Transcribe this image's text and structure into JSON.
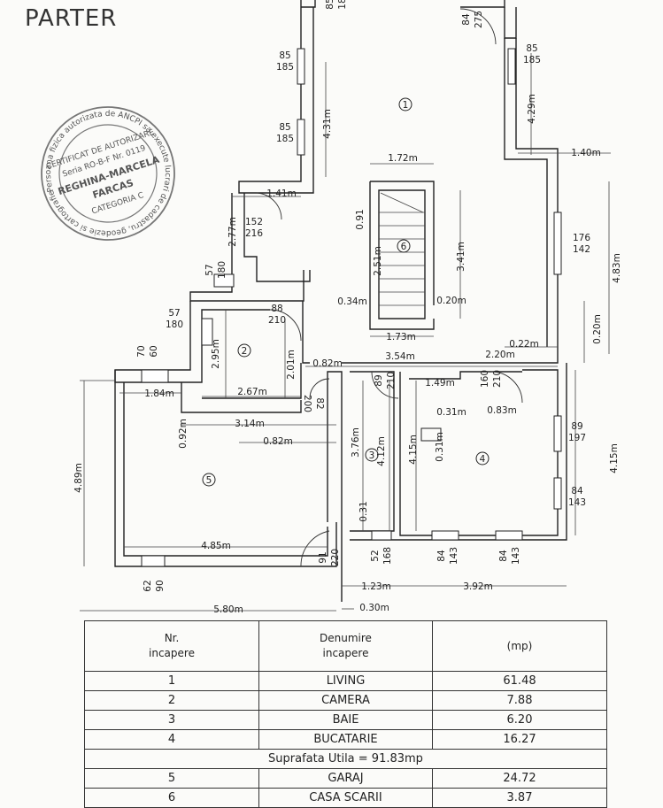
{
  "title": "PARTER",
  "rooms": [
    {
      "id": "r1",
      "label": "1"
    },
    {
      "id": "r2",
      "label": "2"
    },
    {
      "id": "r3",
      "label": "3"
    },
    {
      "id": "r4",
      "label": "4"
    },
    {
      "id": "r5",
      "label": "5"
    },
    {
      "id": "r6",
      "label": "6"
    }
  ],
  "dimensions": [
    "4.31m",
    "4.29m",
    "1.72m",
    "1.40m",
    "1.41m",
    "2.77m",
    "0.91",
    "3.41m",
    "4.83m",
    "2.51m",
    "0.34m",
    "0.20m",
    "1.73m",
    "0.22m",
    "0.20m",
    "2.95m",
    "2.01m",
    "0.82m",
    "3.54m",
    "2.20m",
    "1.84m",
    "2.67m",
    "3.14m",
    "1.49m",
    "0.83m",
    "0.31m",
    "0.92m",
    "0.82m",
    "3.76m",
    "4.12m",
    "4.15m",
    "0.31m",
    "4.15m",
    "4.89m",
    "4.85m",
    "0.31",
    "1.23m",
    "3.92m",
    "5.80m",
    "0.30m"
  ],
  "openings": [
    {
      "w": "85",
      "h": "18"
    },
    {
      "w": "84",
      "h": "275"
    },
    {
      "w": "85",
      "h": "185"
    },
    {
      "w": "85",
      "h": "185"
    },
    {
      "w": "85",
      "h": "185"
    },
    {
      "w": "152",
      "h": "216"
    },
    {
      "w": "176",
      "h": "142"
    },
    {
      "w": "57",
      "h": "180"
    },
    {
      "w": "88",
      "h": "210"
    },
    {
      "w": "57",
      "h": "180"
    },
    {
      "w": "70",
      "h": "60"
    },
    {
      "w": "89",
      "h": "210"
    },
    {
      "w": "160",
      "h": "210"
    },
    {
      "w": "82",
      "h": "200"
    },
    {
      "w": "89",
      "h": "197"
    },
    {
      "w": "84",
      "h": "143"
    },
    {
      "w": "91",
      "h": "220"
    },
    {
      "w": "52",
      "h": "168"
    },
    {
      "w": "84",
      "h": "143"
    },
    {
      "w": "84",
      "h": "143"
    },
    {
      "w": "62",
      "h": "90"
    }
  ],
  "stamp": {
    "top": "Persoana fizica autorizata de ANCPI sa execute lucrari de cadastru, geodezie si cartografie",
    "cert": "CERTIFICAT DE AUTORIZARE",
    "serie": "Seria RO-B-F Nr. 0119",
    "name1": "REGHINA-MARCELA",
    "name2": "FARCAS",
    "cat": "CATEGORIA C"
  },
  "table": {
    "headers": [
      "Nr.\nincapere",
      "Denumire\nincapere",
      "(mp)"
    ],
    "rows": [
      {
        "nr": "1",
        "name": "LIVING",
        "area": "61.48"
      },
      {
        "nr": "2",
        "name": "CAMERA",
        "area": "7.88"
      },
      {
        "nr": "3",
        "name": "BAIE",
        "area": "6.20"
      },
      {
        "nr": "4",
        "name": "BUCATARIE",
        "area": "16.27"
      }
    ],
    "summary": "Suprafata Utila = 91.83mp",
    "rows2": [
      {
        "nr": "5",
        "name": "GARAJ",
        "area": "24.72"
      },
      {
        "nr": "6",
        "name": "CASA SCARII",
        "area": "3.87"
      }
    ]
  }
}
